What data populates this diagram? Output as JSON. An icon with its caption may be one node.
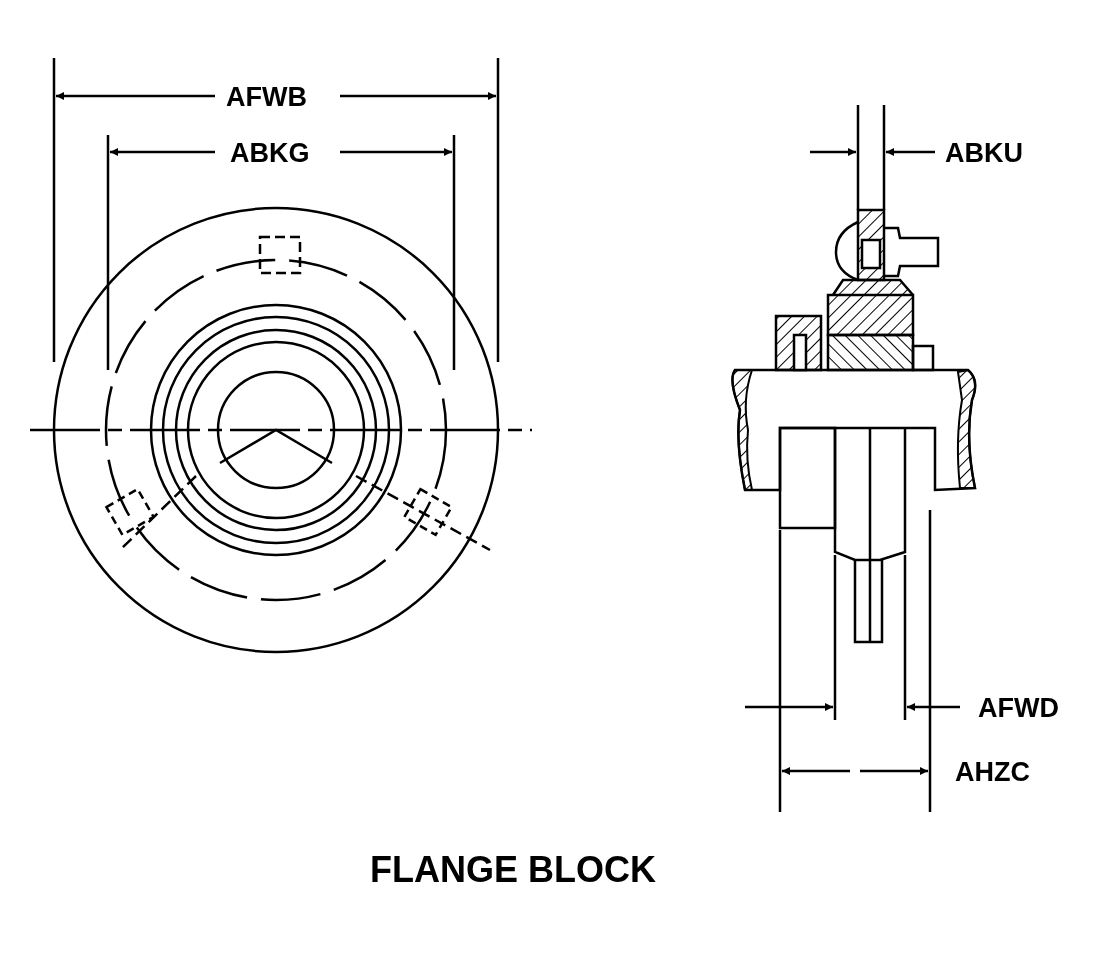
{
  "diagram": {
    "title": "FLANGE BLOCK",
    "labels": [
      "AFWB",
      "ABKG",
      "ABKU",
      "AFWD",
      "AHZC"
    ]
  }
}
